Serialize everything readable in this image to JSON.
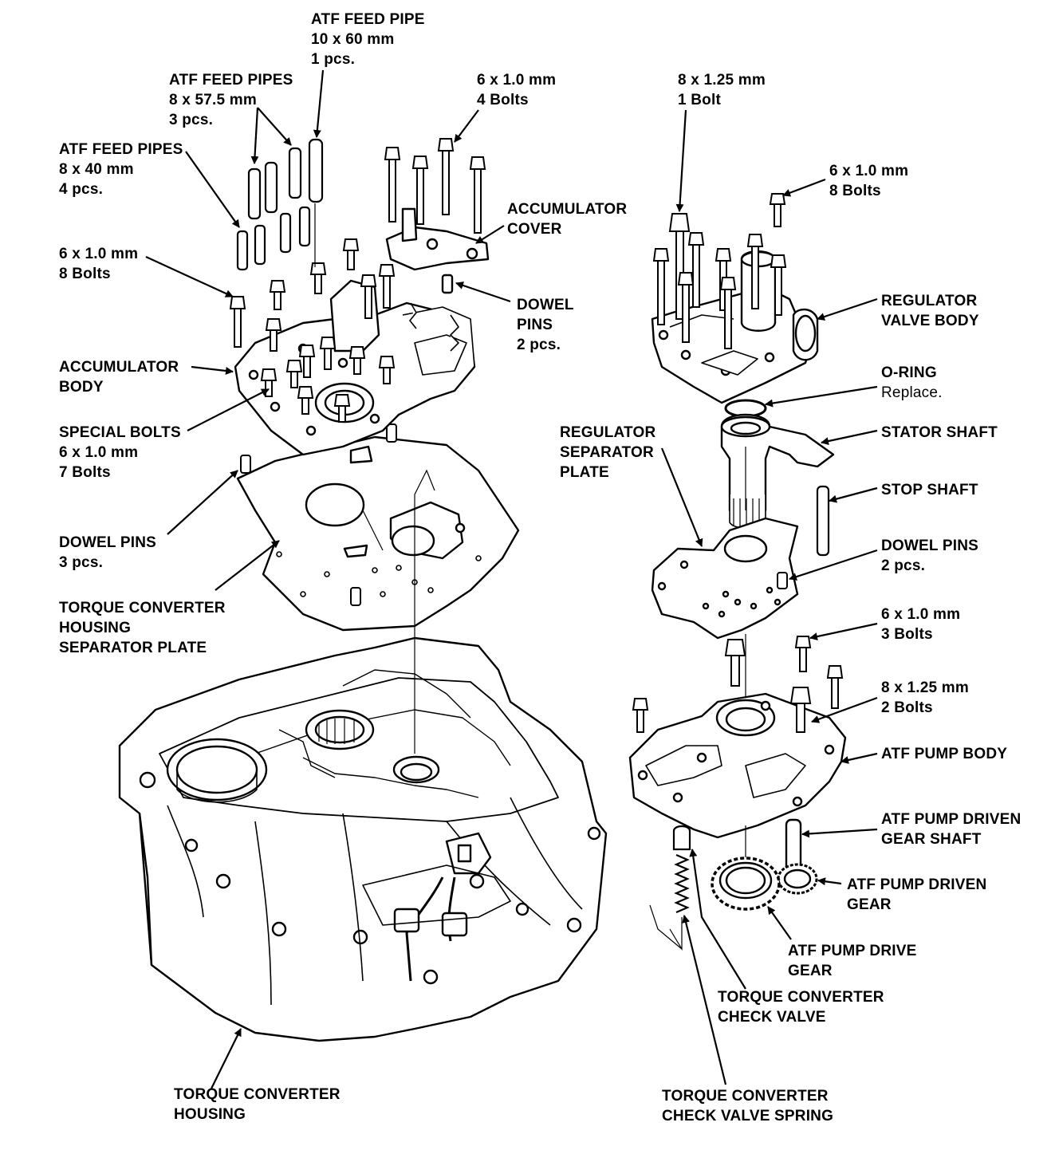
{
  "diagram": {
    "labels": {
      "atf_feed_pipe_10": [
        "ATF FEED PIPE",
        "10 x 60 mm",
        "1 pcs."
      ],
      "atf_feed_pipes_8x57": [
        "ATF FEED PIPES",
        "8 x 57.5 mm",
        "3 pcs."
      ],
      "atf_feed_pipes_8x40": [
        "ATF FEED PIPES",
        "8 x 40 mm",
        "4 pcs."
      ],
      "bolts_6x1_4": [
        "6 x 1.0 mm",
        "4 Bolts"
      ],
      "accumulator_cover": [
        "ACCUMULATOR",
        "COVER"
      ],
      "bolts_6x1_8_left": [
        "6 x 1.0 mm",
        "8 Bolts"
      ],
      "dowel_pins_2_top": [
        "DOWEL",
        "PINS",
        "2 pcs."
      ],
      "accumulator_body": [
        "ACCUMULATOR",
        "BODY"
      ],
      "special_bolts": [
        "SPECIAL BOLTS",
        "6 x 1.0 mm",
        "7 Bolts"
      ],
      "dowel_pins_3": [
        "DOWEL PINS",
        "3 pcs."
      ],
      "tc_housing_separator_plate": [
        "TORQUE CONVERTER",
        "HOUSING",
        "SEPARATOR PLATE"
      ],
      "tc_housing": [
        "TORQUE CONVERTER",
        "HOUSING"
      ],
      "bolt_8x125_1": [
        "8 x 1.25 mm",
        "1 Bolt"
      ],
      "bolts_6x1_8_right": [
        "6 x 1.0 mm",
        "8 Bolts"
      ],
      "regulator_valve_body": [
        "REGULATOR",
        "VALVE BODY"
      ],
      "o_ring": [
        "O-RING",
        "Replace."
      ],
      "stator_shaft": [
        "STATOR SHAFT"
      ],
      "regulator_separator_plate": [
        "REGULATOR",
        "SEPARATOR",
        "PLATE"
      ],
      "stop_shaft": [
        "STOP SHAFT"
      ],
      "dowel_pins_2_right": [
        "DOWEL PINS",
        "2 pcs."
      ],
      "bolts_6x1_3": [
        "6 x 1.0 mm",
        "3 Bolts"
      ],
      "bolts_8x125_2": [
        "8 x 1.25 mm",
        "2 Bolts"
      ],
      "atf_pump_body": [
        "ATF PUMP BODY"
      ],
      "atf_pump_driven_gear_shaft": [
        "ATF PUMP DRIVEN",
        "GEAR SHAFT"
      ],
      "atf_pump_driven_gear": [
        "ATF PUMP DRIVEN",
        "GEAR"
      ],
      "atf_pump_drive_gear": [
        "ATF PUMP DRIVE",
        "GEAR"
      ],
      "tc_check_valve": [
        "TORQUE CONVERTER",
        "CHECK VALVE"
      ],
      "tc_check_valve_spring": [
        "TORQUE CONVERTER",
        "CHECK VALVE SPRING"
      ]
    }
  }
}
